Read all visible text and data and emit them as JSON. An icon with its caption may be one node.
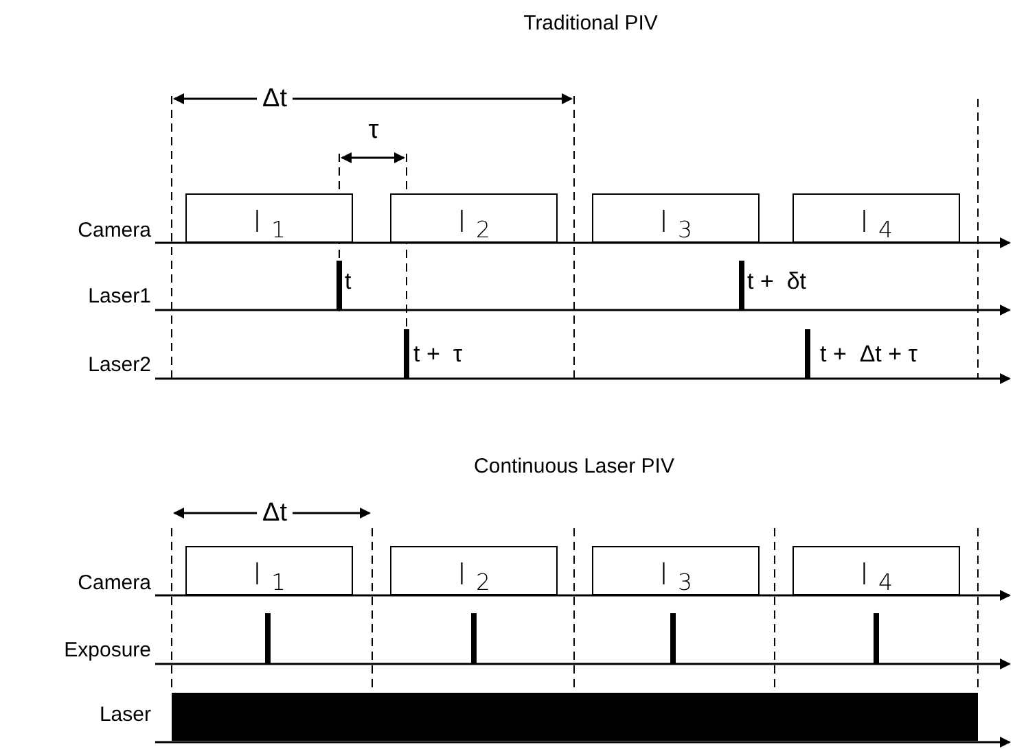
{
  "diagram": {
    "nodes": [
      {
        "text": [
          "I $_{1}$"
        ]
      },
      {
        "text": [
          "I $_{2}$"
        ]
      },
      {
        "text": [
          "I $_{3}$"
        ]
      },
      {
        "text": [
          "I $_{4}$"
        ]
      },
      {
        "text": [
          "I $_{1}$"
        ]
      },
      {
        "text": [
          "I $_{2}$"
        ]
      },
      {
        "text": [
          "I $_{3}$"
        ]
      },
      {
        "text": [
          "I $_{4}$"
        ]
      },
      {
        "text": [],
        "shape": "bar"
      }
    ],
    "labels": [
      "Traditional PIV",
      "Δt",
      "τ",
      "Camera",
      "Laser1",
      "t",
      "t +  δt",
      "Laser2",
      "t +  τ",
      "t +  Δt + τ",
      "Continuous Laser PIV",
      "Δt",
      "Camera",
      "Exposure",
      "Laser"
    ]
  }
}
